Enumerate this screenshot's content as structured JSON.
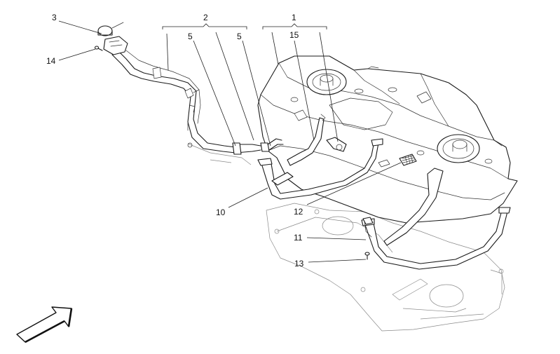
{
  "callouts": {
    "c1": "1",
    "c2": "2",
    "c3": "3",
    "c5a": "5",
    "c5b": "5",
    "c10": "10",
    "c11": "11",
    "c12": "12",
    "c13": "13",
    "c14": "14",
    "c15": "15"
  }
}
